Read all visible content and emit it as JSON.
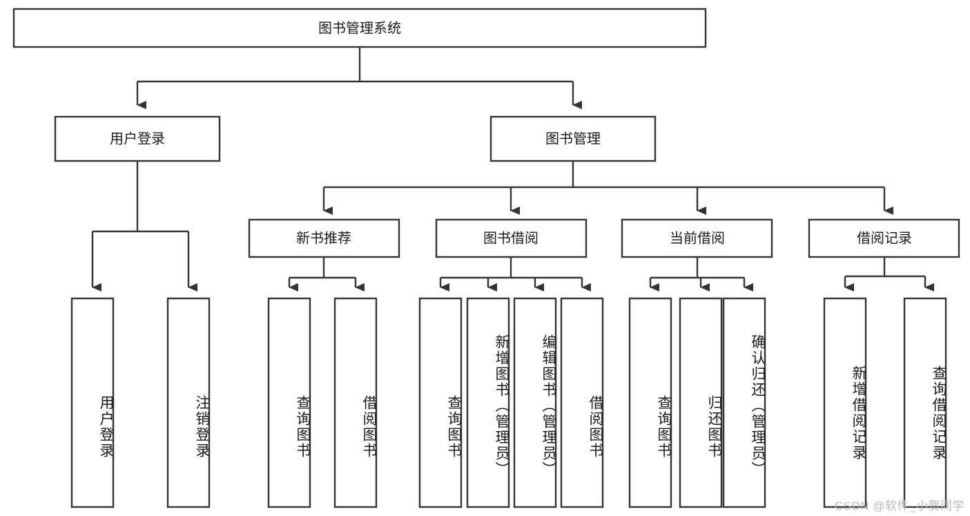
{
  "diagram": {
    "type": "tree-hierarchy-chart",
    "title": "图书管理系统",
    "orientation": "top-down",
    "colors": {
      "box_stroke": "#333333",
      "box_fill": "#ffffff",
      "connector": "#333333",
      "text": "#1a1a1a",
      "watermark": "#b9b9b9",
      "background": "#ffffff"
    },
    "levels": {
      "level1": {
        "count": 1
      },
      "level2": {
        "count": 2
      },
      "level3": {
        "count": 4
      },
      "level4": {
        "count": 13
      }
    },
    "nodes": {
      "root": {
        "label": "图书管理系统",
        "level": 1,
        "orientation": "horizontal"
      },
      "level2": [
        {
          "id": "user-login",
          "label": "用户登录",
          "orientation": "horizontal"
        },
        {
          "id": "book-management",
          "label": "图书管理",
          "orientation": "horizontal"
        }
      ],
      "level3": [
        {
          "id": "new-book-recommend",
          "label": "新书推荐",
          "orientation": "horizontal",
          "parent": "book-management"
        },
        {
          "id": "book-borrow",
          "label": "图书借阅",
          "orientation": "horizontal",
          "parent": "book-management"
        },
        {
          "id": "current-borrow",
          "label": "当前借阅",
          "orientation": "horizontal",
          "parent": "book-management"
        },
        {
          "id": "borrow-record",
          "label": "借阅记录",
          "orientation": "horizontal",
          "parent": "book-management"
        }
      ],
      "leaves_user_login": [
        {
          "id": "leaf-user-login",
          "label": "用户登录",
          "orientation": "vertical"
        },
        {
          "id": "leaf-logout-login",
          "label": "注销登录",
          "orientation": "vertical"
        }
      ],
      "leaves_new_book_recommend": [
        {
          "id": "leaf-query-book-1",
          "label": "查询图书",
          "orientation": "vertical"
        },
        {
          "id": "leaf-borrow-book-1",
          "label": "借阅图书",
          "orientation": "vertical"
        }
      ],
      "leaves_book_borrow": [
        {
          "id": "leaf-query-book-2",
          "label": "查询图书",
          "orientation": "vertical"
        },
        {
          "id": "leaf-add-book-admin",
          "label": "新增图书（管理员）",
          "orientation": "vertical"
        },
        {
          "id": "leaf-edit-book-admin",
          "label": "编辑图书（管理员）",
          "orientation": "vertical"
        },
        {
          "id": "leaf-borrow-book-2",
          "label": "借阅图书",
          "orientation": "vertical"
        }
      ],
      "leaves_current_borrow": [
        {
          "id": "leaf-query-book-3",
          "label": "查询图书",
          "orientation": "vertical"
        },
        {
          "id": "leaf-return-book",
          "label": "归还图书",
          "orientation": "vertical"
        },
        {
          "id": "leaf-confirm-return-admin",
          "label": "确认归还（管理员）",
          "orientation": "vertical"
        }
      ],
      "leaves_borrow_record": [
        {
          "id": "leaf-add-borrow-record",
          "label": "新增借阅记录",
          "orientation": "vertical"
        },
        {
          "id": "leaf-query-borrow-record",
          "label": "查询借阅记录",
          "orientation": "vertical"
        }
      ]
    }
  },
  "watermark": {
    "text": "CSDN @软件_小贺同学"
  }
}
